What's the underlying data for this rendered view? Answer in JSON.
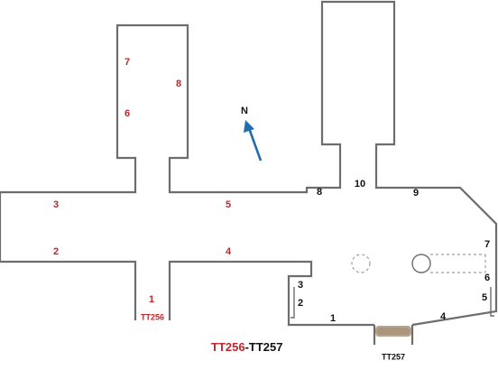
{
  "colors": {
    "wall": "#6d6d6d",
    "tt256_label": "#c0262d",
    "tt257_label": "#111111",
    "north_arrow": "#1f6fad",
    "rubble": "#b7a48c"
  },
  "north": {
    "label": "N",
    "icon": "north-arrow-icon"
  },
  "title": {
    "tt256": "TT256",
    "separator": "-",
    "tt257": "TT257"
  },
  "tt256": {
    "name": "TT256",
    "wall_labels": [
      "1",
      "2",
      "3",
      "4",
      "5",
      "6",
      "7",
      "8"
    ]
  },
  "tt257": {
    "name": "TT257",
    "wall_labels": [
      "1",
      "2",
      "3",
      "4",
      "5",
      "6",
      "7",
      "8",
      "9",
      "10"
    ]
  }
}
